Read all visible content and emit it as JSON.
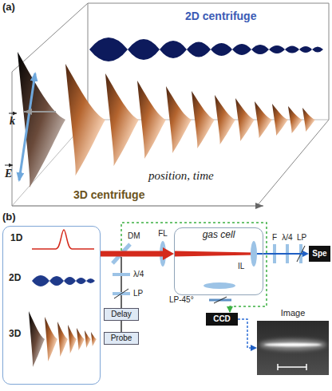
{
  "diagram": {
    "nodes": [
      {
        "text": [
          "1D",
          "2D",
          "3D"
        ]
      },
      {
        "text": [
          "gas cell"
        ]
      },
      {
        "text": [
          "Spe"
        ]
      },
      {
        "text": [
          "Delay"
        ]
      },
      {
        "text": [
          "Probe"
        ]
      },
      {
        "text": [
          "CCD"
        ]
      },
      {
        "text": [
          "Image"
        ]
      }
    ],
    "edges": [
      {
        "from": 0,
        "to": 1,
        "arrow": "to"
      },
      {
        "from": 1,
        "to": 2,
        "arrow": "to"
      },
      {
        "from": 3,
        "to": 4,
        "arrow": "none"
      },
      {
        "from": 5,
        "to": 6,
        "arrow": "to"
      }
    ],
    "labels": [
      "(a)",
      "2D centrifuge",
      "k",
      "E",
      "3D centrifuge",
      "position, time",
      "(b)",
      "DM",
      "FL",
      "IL",
      "F",
      "λ/4",
      "LP",
      "λ/4",
      "LP",
      "LP-45°"
    ]
  }
}
